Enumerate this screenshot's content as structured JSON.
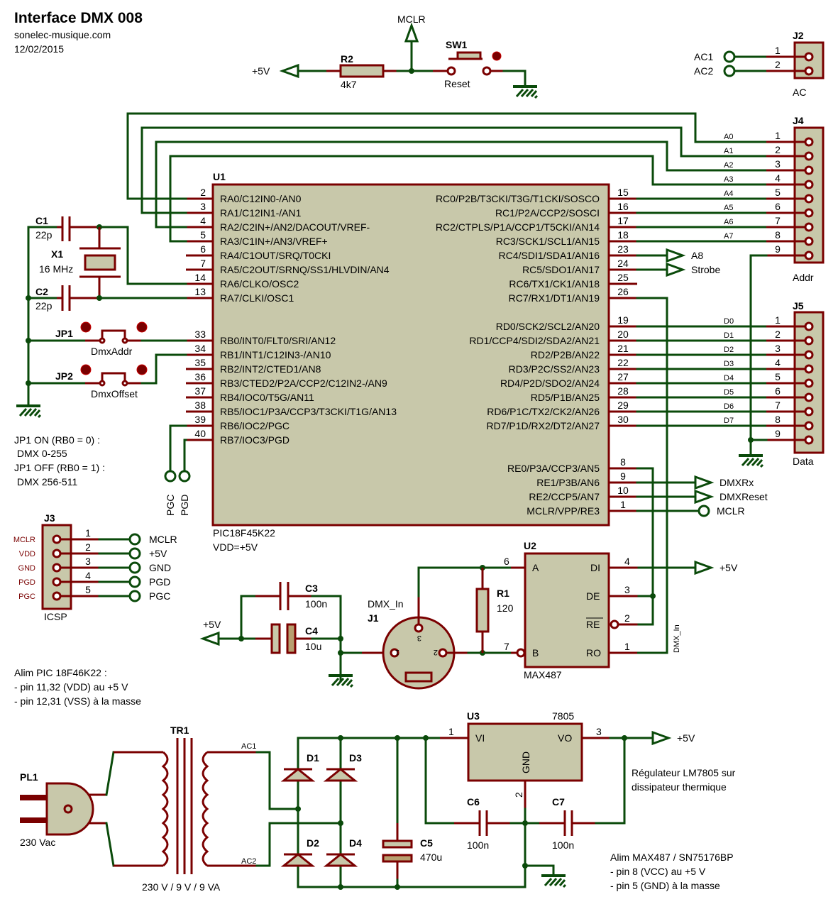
{
  "header": {
    "title": "Interface DMX 008",
    "site": "sonelec-musique.com",
    "date": "12/02/2015"
  },
  "reset_circuit": {
    "supply_label": "+5V",
    "r2": {
      "ref": "R2",
      "value": "4k7"
    },
    "mclr_label": "MCLR",
    "sw1": {
      "ref": "SW1",
      "value": "Reset"
    }
  },
  "u1": {
    "ref": "U1",
    "part": "PIC18F45K22",
    "vdd": "VDD=+5V",
    "left_pins": [
      {
        "num": "2",
        "name": "RA0/C12IN0-/AN0"
      },
      {
        "num": "3",
        "name": "RA1/C12IN1-/AN1"
      },
      {
        "num": "4",
        "name": "RA2/C2IN+/AN2/DACOUT/VREF-"
      },
      {
        "num": "5",
        "name": "RA3/C1IN+/AN3/VREF+"
      },
      {
        "num": "6",
        "name": "RA4/C1OUT/SRQ/T0CKI"
      },
      {
        "num": "7",
        "name": "RA5/C2OUT/SRNQ/SS1/HLVDIN/AN4"
      },
      {
        "num": "14",
        "name": "RA6/CLKO/OSC2"
      },
      {
        "num": "13",
        "name": "RA7/CLKI/OSC1"
      },
      {
        "num": "33",
        "name": "RB0/INT0/FLT0/SRI/AN12"
      },
      {
        "num": "34",
        "name": "RB1/INT1/C12IN3-/AN10"
      },
      {
        "num": "35",
        "name": "RB2/INT2/CTED1/AN8"
      },
      {
        "num": "36",
        "name": "RB3/CTED2/P2A/CCP2/C12IN2-/AN9"
      },
      {
        "num": "37",
        "name": "RB4/IOC0/T5G/AN11"
      },
      {
        "num": "38",
        "name": "RB5/IOC1/P3A/CCP3/T3CKI/T1G/AN13"
      },
      {
        "num": "39",
        "name": "RB6/IOC2/PGC"
      },
      {
        "num": "40",
        "name": "RB7/IOC3/PGD"
      }
    ],
    "right_pins": [
      {
        "num": "15",
        "name": "RC0/P2B/T3CKI/T3G/T1CKI/SOSCO"
      },
      {
        "num": "16",
        "name": "RC1/P2A/CCP2/SOSCI"
      },
      {
        "num": "17",
        "name": "RC2/CTPLS/P1A/CCP1/T5CKI/AN14"
      },
      {
        "num": "18",
        "name": "RC3/SCK1/SCL1/AN15"
      },
      {
        "num": "23",
        "name": "RC4/SDI1/SDA1/AN16"
      },
      {
        "num": "24",
        "name": "RC5/SDO1/AN17"
      },
      {
        "num": "25",
        "name": "RC6/TX1/CK1/AN18"
      },
      {
        "num": "26",
        "name": "RC7/RX1/DT1/AN19"
      },
      {
        "num": "19",
        "name": "RD0/SCK2/SCL2/AN20"
      },
      {
        "num": "20",
        "name": "RD1/CCP4/SDI2/SDA2/AN21"
      },
      {
        "num": "21",
        "name": "RD2/P2B/AN22"
      },
      {
        "num": "22",
        "name": "RD3/P2C/SS2/AN23"
      },
      {
        "num": "27",
        "name": "RD4/P2D/SDO2/AN24"
      },
      {
        "num": "28",
        "name": "RD5/P1B/AN25"
      },
      {
        "num": "29",
        "name": "RD6/P1C/TX2/CK2/AN26"
      },
      {
        "num": "30",
        "name": "RD7/P1D/RX2/DT2/AN27"
      },
      {
        "num": "8",
        "name": "RE0/P3A/CCP3/AN5"
      },
      {
        "num": "9",
        "name": "RE1/P3B/AN6"
      },
      {
        "num": "10",
        "name": "RE2/CCP5/AN7"
      },
      {
        "num": "1",
        "name": "MCLR/VPP/RE3"
      }
    ]
  },
  "oscillator": {
    "c1": {
      "ref": "C1",
      "value": "22p"
    },
    "c2": {
      "ref": "C2",
      "value": "22p"
    },
    "x1": {
      "ref": "X1",
      "value": "16 MHz"
    }
  },
  "jumpers": {
    "jp1": {
      "ref": "JP1",
      "value": "DmxAddr"
    },
    "jp2": {
      "ref": "JP2",
      "value": "DmxOffset"
    },
    "note": [
      "JP1 ON (RB0 = 0) :",
      " DMX 0-255",
      "JP1 OFF (RB0 = 1) :",
      " DMX 256-511"
    ]
  },
  "prog_terms": {
    "pgc": "PGC",
    "pgd": "PGD"
  },
  "j2": {
    "ref": "J2",
    "value": "AC",
    "pins": [
      "1",
      "2"
    ],
    "nets": [
      "AC1",
      "AC2"
    ]
  },
  "j4": {
    "ref": "J4",
    "value": "Addr",
    "pins": [
      "1",
      "2",
      "3",
      "4",
      "5",
      "6",
      "7",
      "8",
      "9"
    ],
    "nets": [
      "A0",
      "A1",
      "A2",
      "A3",
      "A4",
      "A5",
      "A6",
      "A7"
    ]
  },
  "j5": {
    "ref": "J5",
    "value": "Data",
    "pins": [
      "1",
      "2",
      "3",
      "4",
      "5",
      "6",
      "7",
      "8",
      "9"
    ],
    "nets": [
      "D0",
      "D1",
      "D2",
      "D3",
      "D4",
      "D5",
      "D6",
      "D7"
    ]
  },
  "outputs": {
    "a8": "A8",
    "strobe": "Strobe",
    "dmxrx": "DMXRx",
    "dmxreset": "DMXReset",
    "mclr": "MCLR"
  },
  "j3": {
    "ref": "J3",
    "value": "ICSP",
    "pin_names": [
      "MCLR",
      "VDD",
      "GND",
      "PGD",
      "PGC"
    ],
    "pins": [
      "1",
      "2",
      "3",
      "4",
      "5"
    ],
    "nets": [
      "MCLR",
      "+5V",
      "GND",
      "PGD",
      "PGC"
    ]
  },
  "decoupling": {
    "supply_label": "+5V",
    "c3": {
      "ref": "C3",
      "value": "100n"
    },
    "c4": {
      "ref": "C4",
      "value": "10u"
    }
  },
  "j1": {
    "ref": "J1",
    "value": "DMX_In",
    "pins": [
      "1",
      "2",
      "3"
    ]
  },
  "r1": {
    "ref": "R1",
    "value": "120"
  },
  "u2": {
    "ref": "U2",
    "part": "MAX487",
    "pins": {
      "A": "6",
      "B": "7",
      "DI": "4",
      "DE": "3",
      "RE": "2",
      "RO": "1"
    },
    "pin_labels": {
      "A": "A",
      "B": "B",
      "DI": "DI",
      "DE": "DE",
      "RE": "RE",
      "RO": "RO"
    },
    "di_supply": "+5V",
    "ro_net": "DMX_In"
  },
  "pic_power_note": [
    "Alim PIC 18F46K22 :",
    "- pin 11,32 (VDD) au +5 V",
    "- pin 12,31 (VSS) à la masse"
  ],
  "power_supply": {
    "pl1": {
      "ref": "PL1",
      "value": "230 Vac"
    },
    "tr1": {
      "ref": "TR1",
      "value": "230 V / 9 V / 9 VA",
      "nets": [
        "AC1",
        "AC2"
      ]
    },
    "diodes": [
      "D1",
      "D2",
      "D3",
      "D4"
    ],
    "c5": {
      "ref": "C5",
      "value": "470u"
    },
    "u3": {
      "ref": "U3",
      "part": "7805",
      "vi": "VI",
      "vo": "VO",
      "gnd": "GND",
      "pins": [
        "1",
        "2",
        "3"
      ]
    },
    "c6": {
      "ref": "C6",
      "value": "100n"
    },
    "c7": {
      "ref": "C7",
      "value": "100n"
    },
    "out_label": "+5V",
    "reg_note": [
      "Régulateur LM7805 sur",
      "dissipateur thermique"
    ],
    "max_note": [
      "Alim MAX487 / SN75176BP",
      "- pin 8 (VCC) au +5 V",
      "- pin 5 (GND) à la masse"
    ]
  }
}
